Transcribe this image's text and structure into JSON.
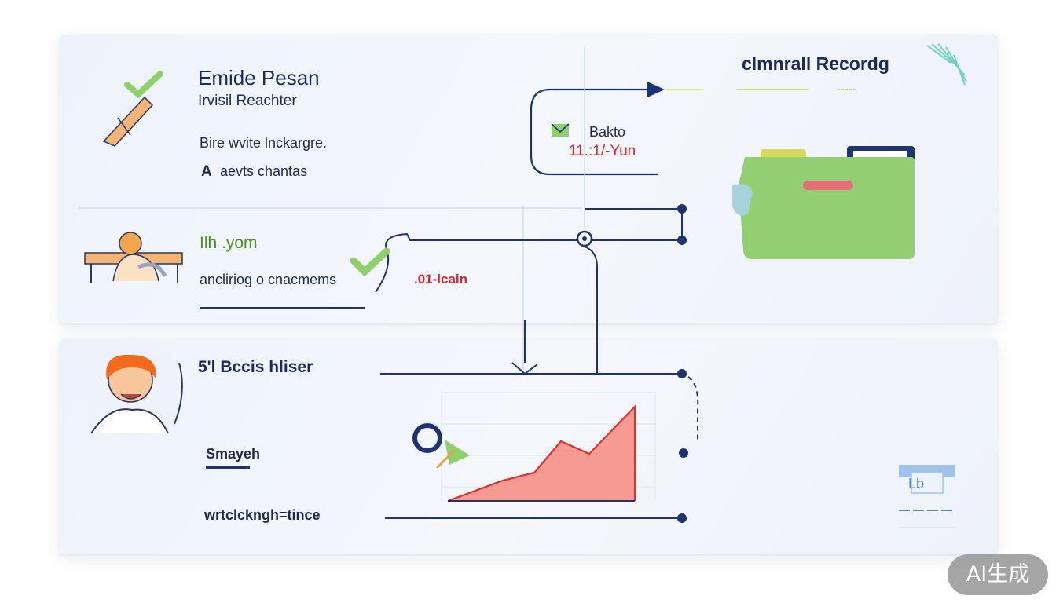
{
  "top_card": {
    "title": "Emide Pesan",
    "subtitle": "Irvisil Reachter",
    "line_1": "Bire wvite lnckargre.",
    "line_2": "aevts chantas",
    "line_2_prefix": "A",
    "section_label": "Ilh .yom",
    "section_body": "ancliriog o cnacmems",
    "section_tag": ".01-lcain",
    "note_label": "Bakto",
    "note_date": "11.:1/-Yun",
    "header_right": "clmnrall Recordg"
  },
  "bottom_card": {
    "title": "5&#39;l Bccis hliser",
    "line_1": "Smayeh",
    "line_2": "wrtclckngh=tince",
    "badge_text": "Lb"
  },
  "watermark": "AI生成",
  "colors": {
    "navy": "#1d3372",
    "green": "#8fd06b",
    "accent_red": "#d8242b",
    "chart_fill": "#f79a94",
    "chart_line": "#d8342f",
    "folder_green": "#92cf72",
    "badge_blue": "#9fc3ea"
  }
}
